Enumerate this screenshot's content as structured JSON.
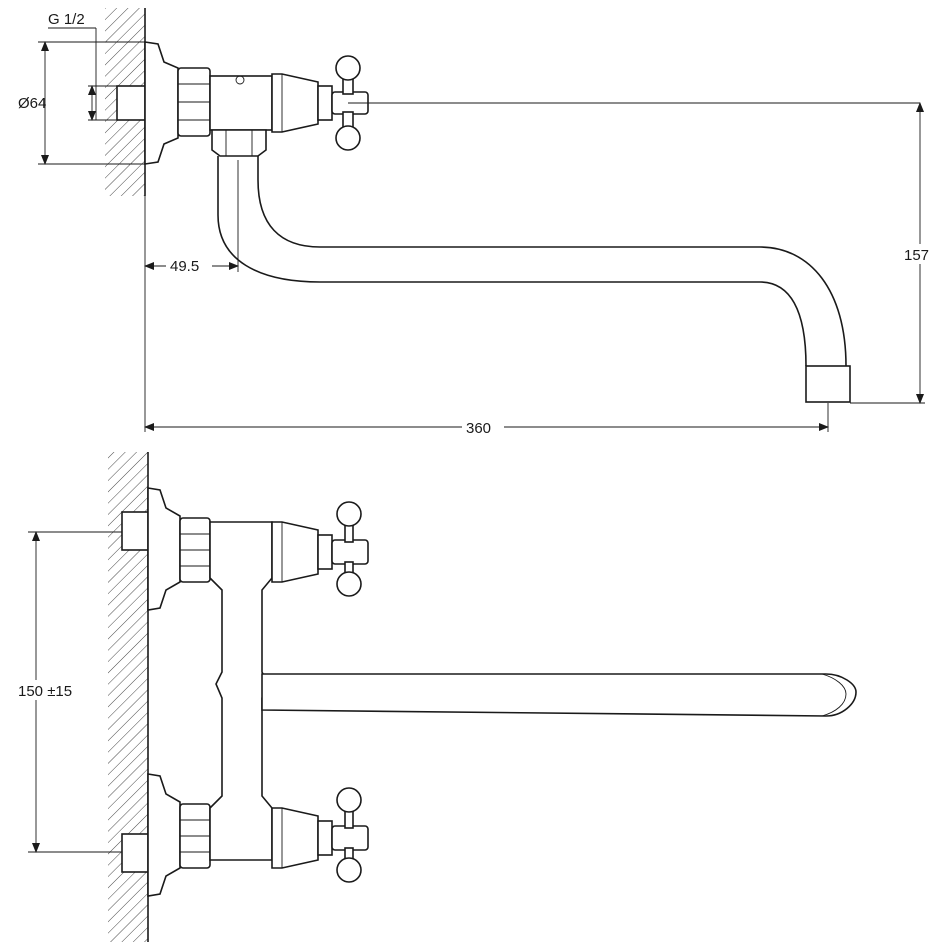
{
  "drawing": {
    "thread_label": "G 1/2",
    "flange_diameter_label": "Ø64",
    "wall_offset_label": "49.5",
    "spout_height_label": "157",
    "spout_reach_label": "360",
    "inlet_spacing_label": "150 ±15"
  },
  "colors": {
    "line": "#1a1a1a",
    "background": "#ffffff"
  }
}
